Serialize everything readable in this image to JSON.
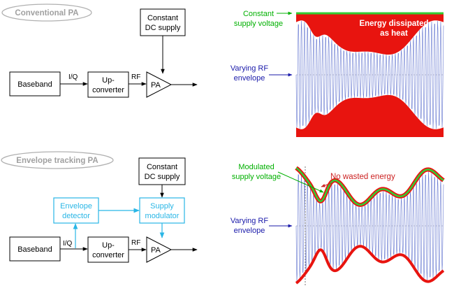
{
  "conventional": {
    "title": "Conventional PA",
    "constant_dc_line1": "Constant",
    "constant_dc_line2": "DC supply",
    "baseband": "Baseband",
    "iq": "I/Q",
    "upconverter_line1": "Up-",
    "upconverter_line2": "converter",
    "rf": "RF",
    "pa": "PA",
    "chart": {
      "supply_label_line1": "Constant",
      "supply_label_line2": "supply voltage",
      "heat_label_line1": "Energy dissipated",
      "heat_label_line2": "as heat",
      "envelope_label_line1": "Varying RF",
      "envelope_label_line2": "envelope"
    }
  },
  "envelope_tracking": {
    "title": "Envelope tracking PA",
    "constant_dc_line1": "Constant",
    "constant_dc_line2": "DC supply",
    "envelope_detector_line1": "Envelope",
    "envelope_detector_line2": "detector",
    "supply_modulator_line1": "Supply",
    "supply_modulator_line2": "modulator",
    "baseband": "Baseband",
    "iq": "I/Q",
    "upconverter_line1": "Up-",
    "upconverter_line2": "converter",
    "rf": "RF",
    "pa": "PA",
    "chart": {
      "supply_label_line1": "Modulated",
      "supply_label_line2": "supply voltage",
      "no_waste_label": "No wasted energy",
      "envelope_label_line1": "Varying RF",
      "envelope_label_line2": "envelope"
    }
  },
  "colors": {
    "block_border": "#000000",
    "cyan": "#29b6e6",
    "green_label": "#00b000",
    "supply_green": "#33cc33",
    "heat_red": "#e8140f",
    "envelope_blue": "#1a1aaa",
    "wave_blue": "#4a5fc8",
    "waste_text": "#cc2222",
    "title_gray": "#a0a0a0"
  }
}
